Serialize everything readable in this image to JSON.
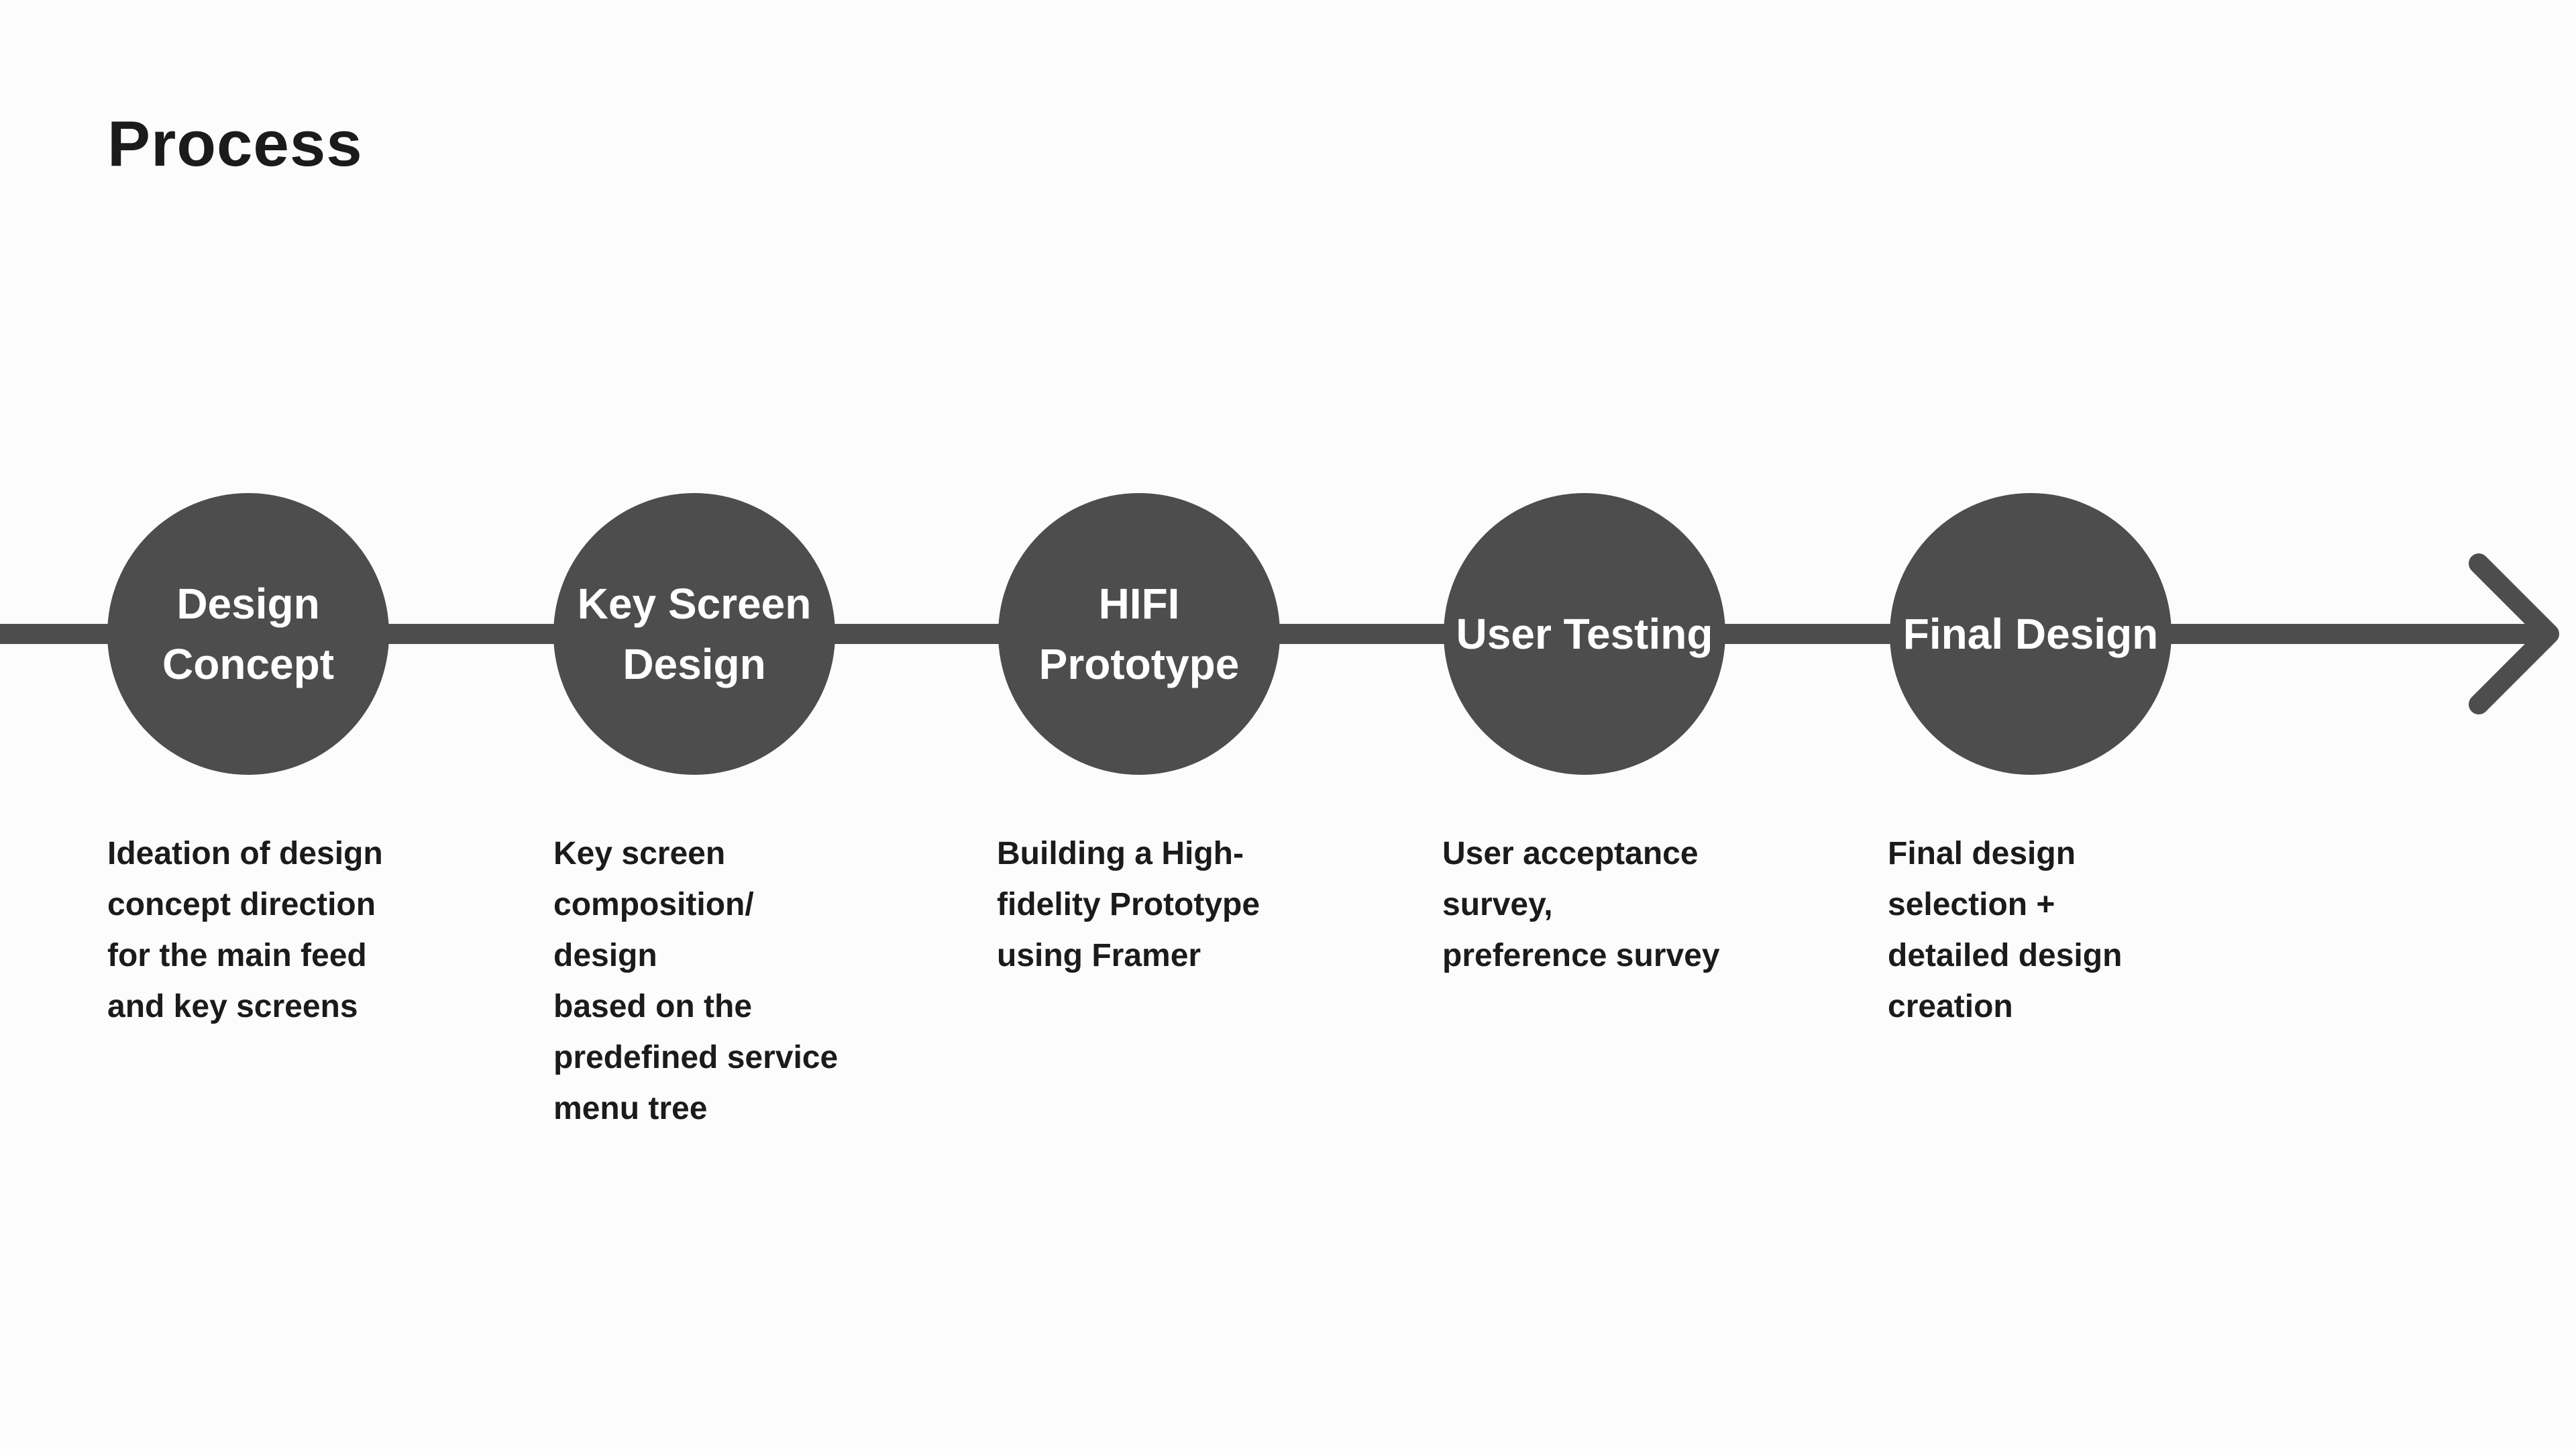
{
  "title": "Process",
  "colors": {
    "background": "#fcfcfc",
    "line": "#4e4d4e",
    "circle": "#4e4d4e",
    "circle_text": "#ffffff",
    "text": "#1b1b1b"
  },
  "steps": [
    {
      "label": "Design Concept",
      "description": "Ideation of design\nconcept direction\nfor the main feed\nand key screens"
    },
    {
      "label": "Key Screen Design",
      "description": "Key screen\ncomposition/\ndesign\nbased on the\npredefined service\nmenu tree"
    },
    {
      "label": "HIFI Prototype",
      "description": "Building a High-\nfidelity Prototype\nusing Framer"
    },
    {
      "label": "User Testing",
      "description": "User acceptance\nsurvey,\npreference survey"
    },
    {
      "label": "Final Design",
      "description": "Final design\nselection +\ndetailed design\ncreation"
    }
  ]
}
